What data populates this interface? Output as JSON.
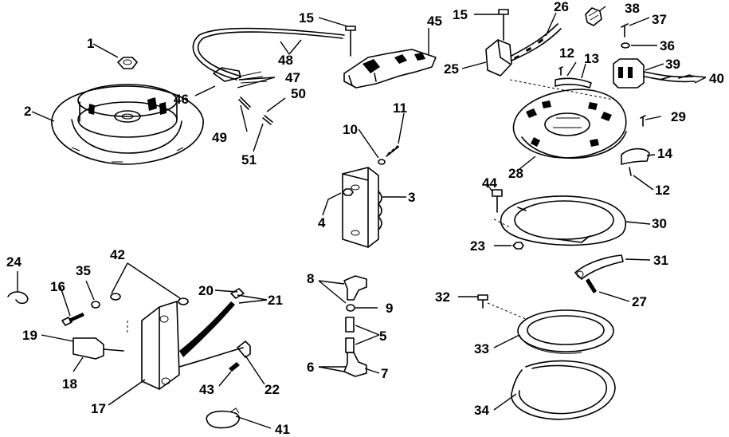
{
  "callouts": [
    {
      "id": "c1",
      "text": "1"
    },
    {
      "id": "c2",
      "text": "2"
    },
    {
      "id": "c3",
      "text": "3"
    },
    {
      "id": "c4",
      "text": "4"
    },
    {
      "id": "c5",
      "text": "5"
    },
    {
      "id": "c6",
      "text": "6"
    },
    {
      "id": "c7",
      "text": "7"
    },
    {
      "id": "c8",
      "text": "8"
    },
    {
      "id": "c9",
      "text": "9"
    },
    {
      "id": "c10",
      "text": "10"
    },
    {
      "id": "c11",
      "text": "11"
    },
    {
      "id": "c12a",
      "text": "12"
    },
    {
      "id": "c12b",
      "text": "12"
    },
    {
      "id": "c13",
      "text": "13"
    },
    {
      "id": "c14",
      "text": "14"
    },
    {
      "id": "c15a",
      "text": "15"
    },
    {
      "id": "c15b",
      "text": "15"
    },
    {
      "id": "c16",
      "text": "16"
    },
    {
      "id": "c17",
      "text": "17"
    },
    {
      "id": "c18",
      "text": "18"
    },
    {
      "id": "c19",
      "text": "19"
    },
    {
      "id": "c20",
      "text": "20"
    },
    {
      "id": "c21",
      "text": "21"
    },
    {
      "id": "c22",
      "text": "22"
    },
    {
      "id": "c23",
      "text": "23"
    },
    {
      "id": "c24",
      "text": "24"
    },
    {
      "id": "c25",
      "text": "25"
    },
    {
      "id": "c26",
      "text": "26"
    },
    {
      "id": "c27",
      "text": "27"
    },
    {
      "id": "c28",
      "text": "28"
    },
    {
      "id": "c29",
      "text": "29"
    },
    {
      "id": "c30",
      "text": "30"
    },
    {
      "id": "c31",
      "text": "31"
    },
    {
      "id": "c32",
      "text": "32"
    },
    {
      "id": "c33",
      "text": "33"
    },
    {
      "id": "c34",
      "text": "34"
    },
    {
      "id": "c35",
      "text": "35"
    },
    {
      "id": "c36",
      "text": "36"
    },
    {
      "id": "c37",
      "text": "37"
    },
    {
      "id": "c38",
      "text": "38"
    },
    {
      "id": "c39",
      "text": "39"
    },
    {
      "id": "c40",
      "text": "40"
    },
    {
      "id": "c41",
      "text": "41"
    },
    {
      "id": "c42",
      "text": "42"
    },
    {
      "id": "c43",
      "text": "43"
    },
    {
      "id": "c44",
      "text": "44"
    },
    {
      "id": "c45",
      "text": "45"
    },
    {
      "id": "c46",
      "text": "46"
    },
    {
      "id": "c47",
      "text": "47"
    },
    {
      "id": "c48",
      "text": "48"
    },
    {
      "id": "c49",
      "text": "49"
    },
    {
      "id": "c50",
      "text": "50"
    },
    {
      "id": "c51",
      "text": "51"
    }
  ]
}
